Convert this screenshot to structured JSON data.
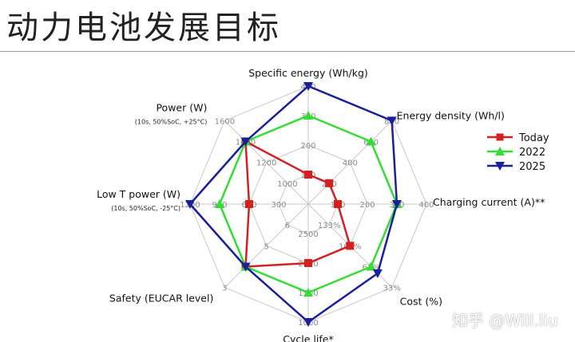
{
  "page": {
    "title": "动力电池发展目标",
    "watermark": "知乎 @Will.liu"
  },
  "chart_data": {
    "type": "radar",
    "axes": [
      {
        "label": "Specific energy (Wh/kg)",
        "sublabel": "",
        "ticks": [
          "100",
          "200",
          "300",
          "400"
        ]
      },
      {
        "label": "Energy density (Wh/l)",
        "sublabel": "",
        "ticks": [
          "200",
          "400",
          "600",
          "800"
        ]
      },
      {
        "label": "Charging current (A)**",
        "sublabel": "",
        "ticks": [
          "100",
          "200",
          "300",
          "400"
        ]
      },
      {
        "label": "Cost (%)",
        "sublabel": "",
        "ticks": [
          "133%",
          "100%",
          "67%",
          "33%"
        ]
      },
      {
        "label": "Cycle life*",
        "sublabel": "",
        "ticks": [
          "2500",
          "2000",
          "1500",
          "1000"
        ]
      },
      {
        "label": "Safety (EUCAR level)",
        "sublabel": "",
        "ticks": [
          "6",
          "5",
          "4",
          "3"
        ]
      },
      {
        "label": "Low T power (W)",
        "sublabel": "(10s, 50%SoC, -25°C)",
        "ticks": [
          "300",
          "600",
          "900",
          "1200"
        ]
      },
      {
        "label": "Power (W)",
        "sublabel": "(10s, 50%SoC, +25°C)",
        "ticks": [
          "1000",
          "1200",
          "1400",
          "1600"
        ]
      }
    ],
    "series": [
      {
        "name": "Today",
        "color": "#d42020",
        "marker": "square",
        "values": [
          0.25,
          0.25,
          0.25,
          0.5,
          0.5,
          0.75,
          0.5,
          0.75
        ]
      },
      {
        "name": "2022",
        "color": "#33dd33",
        "marker": "triangle-up",
        "values": [
          0.75,
          0.75,
          0.75,
          0.75,
          0.75,
          0.75,
          0.75,
          0.75
        ]
      },
      {
        "name": "2025",
        "color": "#1a1f9a",
        "marker": "triangle-down",
        "values": [
          1.0,
          1.0,
          0.75,
          0.83,
          1.0,
          0.75,
          1.0,
          0.75
        ]
      }
    ],
    "legend_position": "right",
    "grid": true
  }
}
